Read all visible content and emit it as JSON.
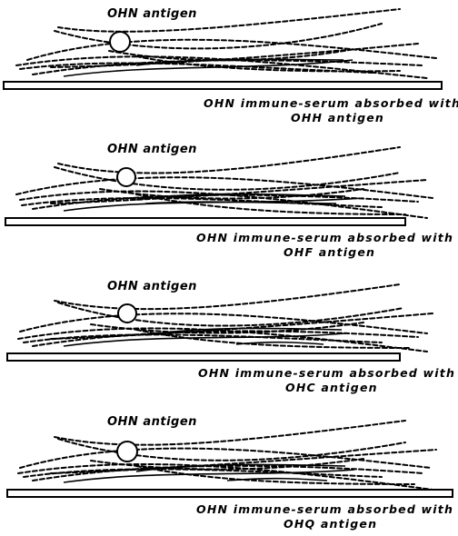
{
  "figure": {
    "panels": [
      {
        "antigen_label": "OHN antigen",
        "serum_line1": "OHN immune-serum absorbed with",
        "serum_line2": "OHH antigen"
      },
      {
        "antigen_label": "OHN antigen",
        "serum_line1": "OHN immune-serum absorbed with",
        "serum_line2": "OHF antigen"
      },
      {
        "antigen_label": "OHN antigen",
        "serum_line1": "OHN immune-serum absorbed with",
        "serum_line2": "OHC antigen"
      },
      {
        "antigen_label": "OHN antigen",
        "serum_line1": "OHN immune-serum absorbed with",
        "serum_line2": "OHQ antigen"
      }
    ]
  }
}
